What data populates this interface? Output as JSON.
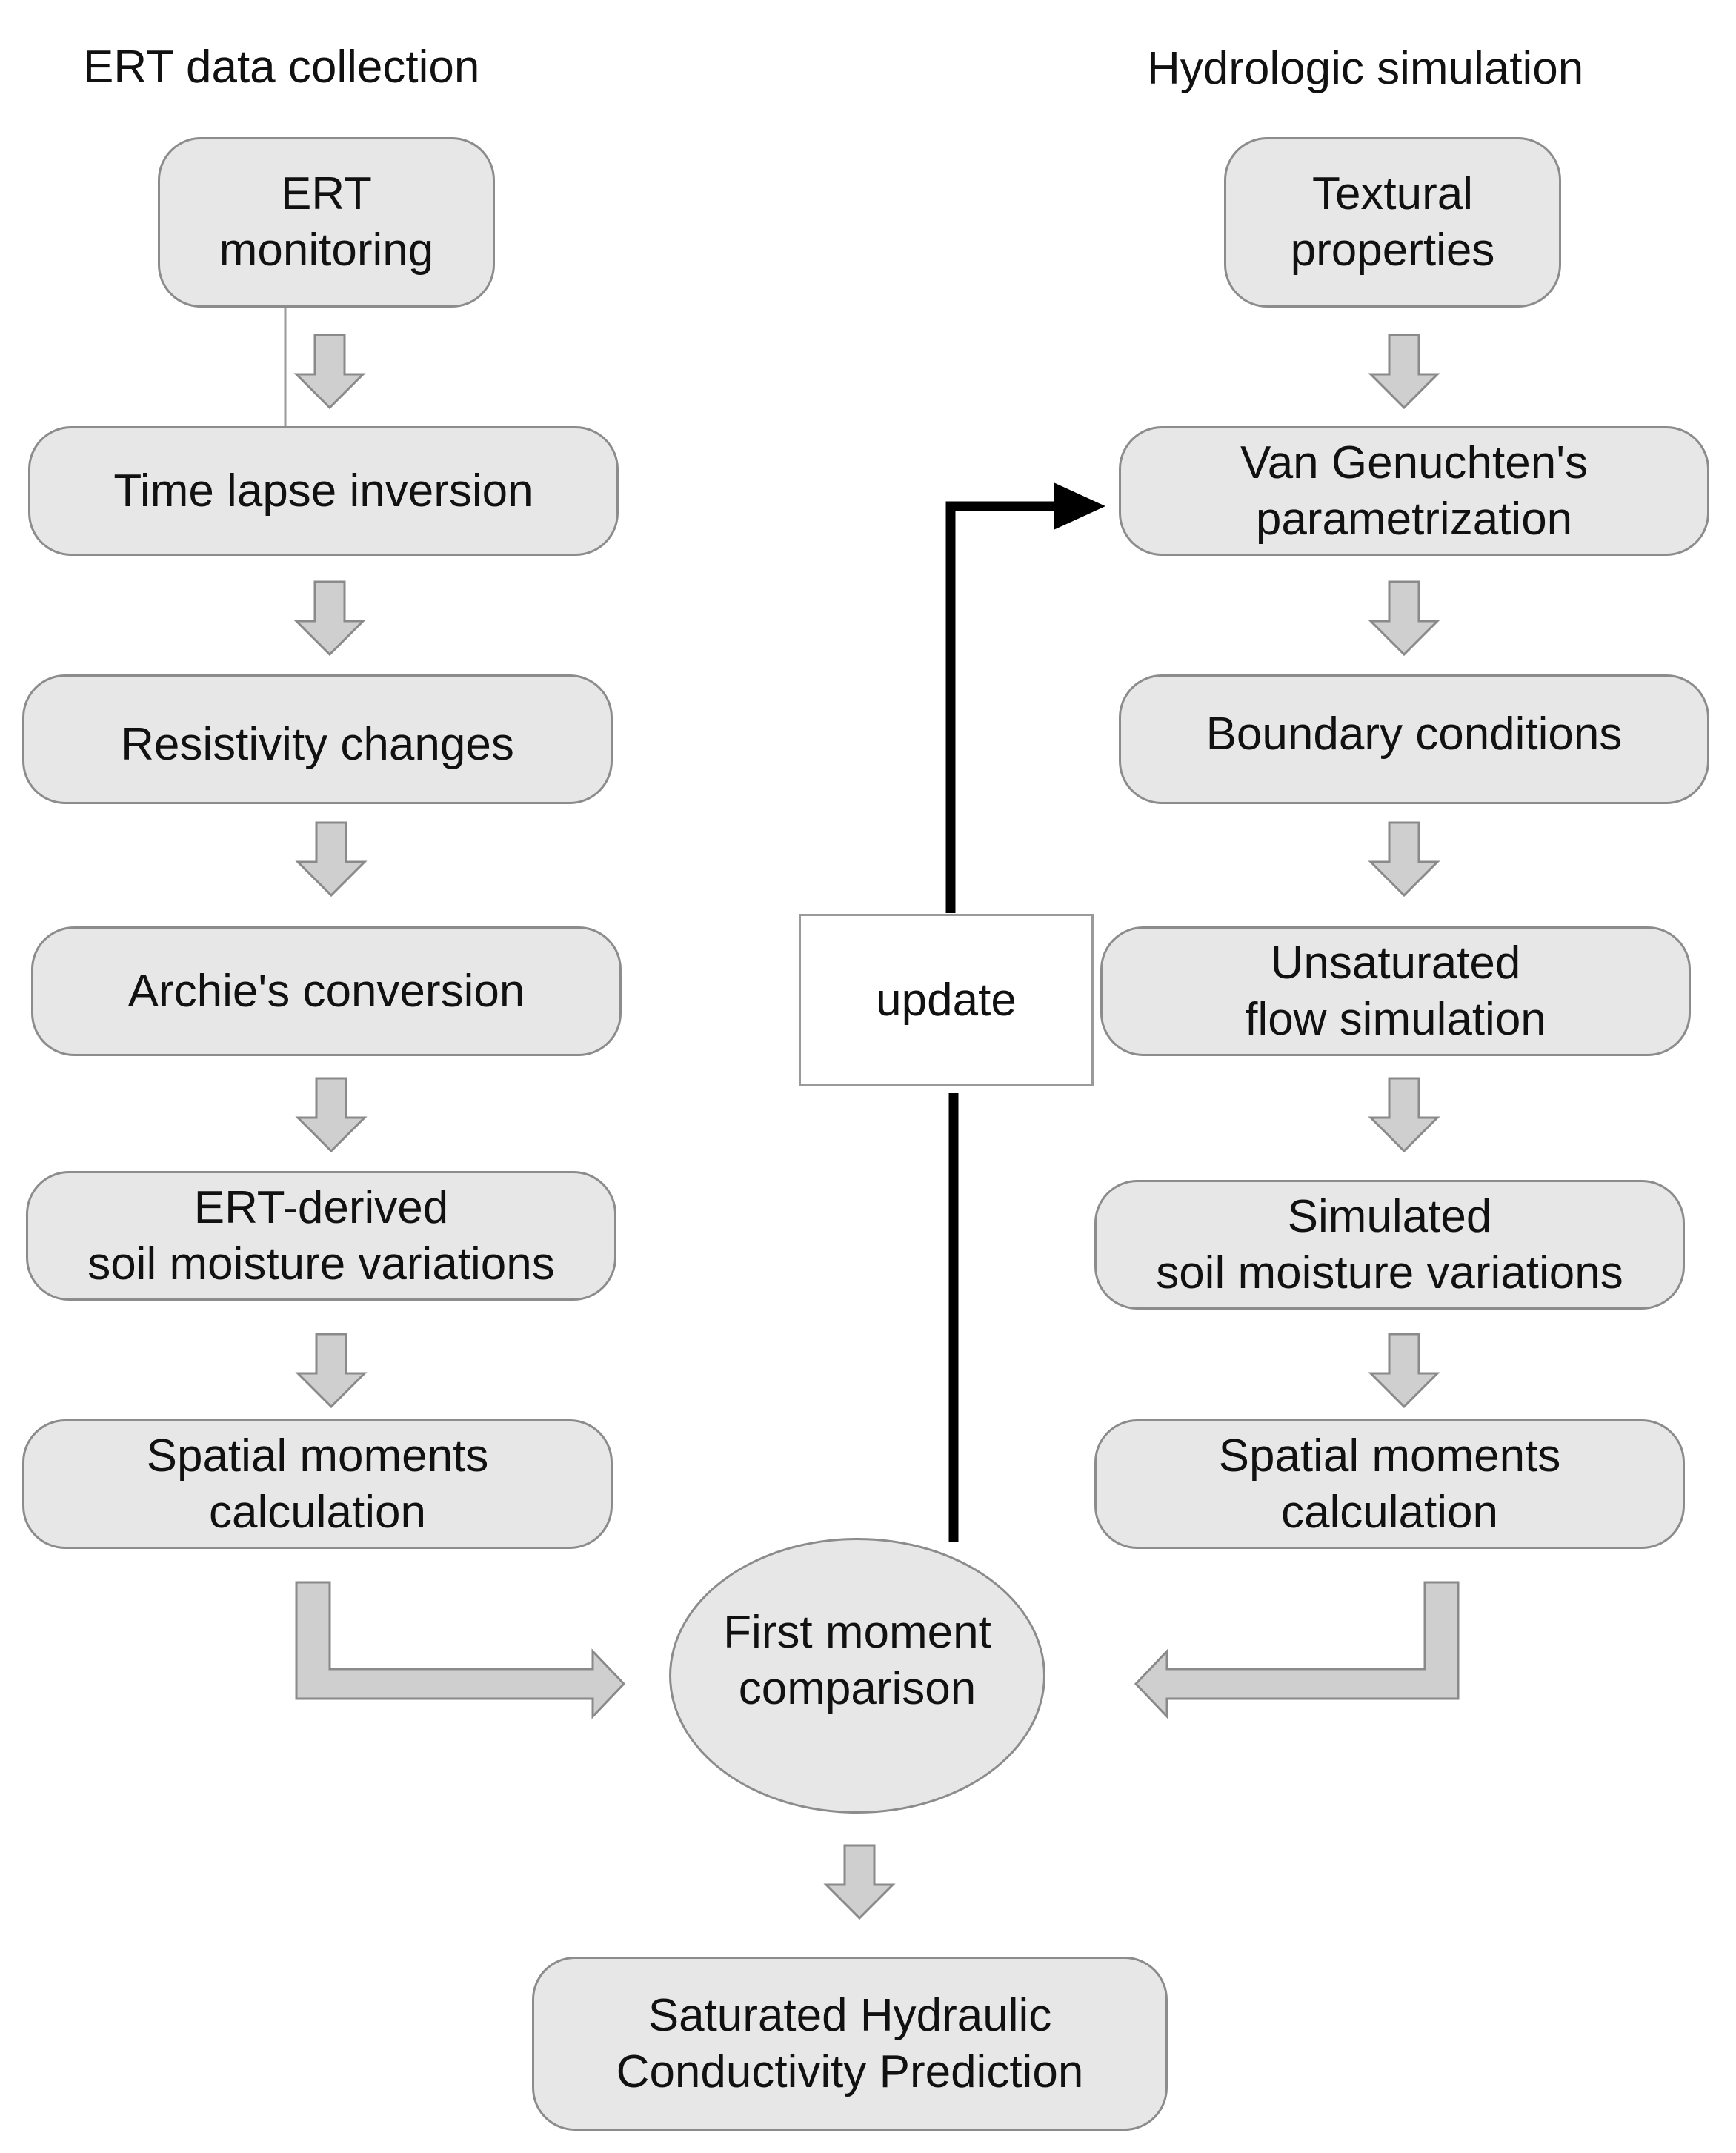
{
  "headings": {
    "left": "ERT data collection",
    "right": "Hydrologic simulation"
  },
  "left_column": [
    {
      "line1": "ERT",
      "line2": "monitoring"
    },
    {
      "line1": "Time lapse inversion",
      "line2": ""
    },
    {
      "line1": "Resistivity changes",
      "line2": ""
    },
    {
      "line1": "Archie's conversion",
      "line2": ""
    },
    {
      "line1": "ERT-derived",
      "line2": "soil moisture variations"
    },
    {
      "line1": "Spatial moments",
      "line2": "calculation"
    }
  ],
  "right_column": [
    {
      "line1": "Textural",
      "line2": "properties"
    },
    {
      "line1": "Van Genuchten's",
      "line2": "parametrization"
    },
    {
      "line1": "Boundary conditions",
      "line2": ""
    },
    {
      "line1": "Unsaturated",
      "line2": "flow simulation"
    },
    {
      "line1": "Simulated",
      "line2": "soil moisture variations"
    },
    {
      "line1": "Spatial moments",
      "line2": "calculation"
    }
  ],
  "comparison": {
    "line1": "First moment",
    "line2": "comparison"
  },
  "update_label": "update",
  "result": {
    "line1": "Saturated Hydraulic",
    "line2": "Conductivity Prediction"
  },
  "colors": {
    "box_fill": "#e7e7e7",
    "box_border": "#8c8c8c",
    "arrow_fill": "#cfcfcf",
    "arrow_stroke": "#8a8a8a",
    "feedback_arrow": "#000000"
  }
}
